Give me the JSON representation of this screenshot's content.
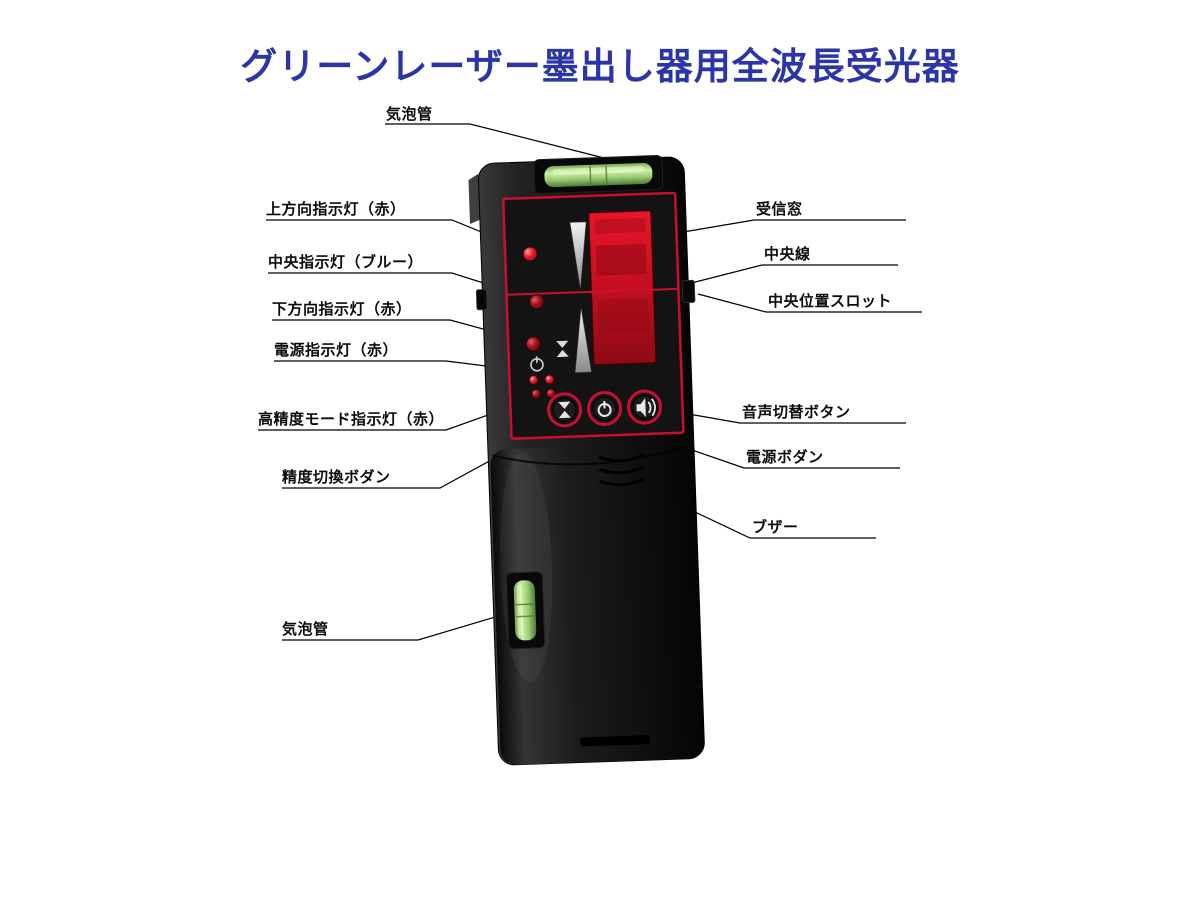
{
  "title": "グリーンレーザー墨出し器用全波長受光器",
  "labels": {
    "bubble_vial_top": "気泡管",
    "up_indicator": "上方向指示灯（赤）",
    "center_indicator": "中央指示灯（ブルー）",
    "down_indicator": "下方向指示灯（赤）",
    "power_indicator": "電源指示灯（赤）",
    "high_precision_indicator": "高精度モード指示灯（赤）",
    "precision_button": "精度切換ボダン",
    "bubble_vial_bottom": "気泡管",
    "receiver_window": "受信窓",
    "center_line": "中央線",
    "center_slot": "中央位置スロット",
    "sound_button": "音声切替ボタン",
    "power_button": "電源ボダン",
    "buzzer": "ブザー"
  },
  "colors": {
    "title_blue": "#2b35a8",
    "label_text": "#0a0a0a",
    "leader_line": "#000000",
    "device_body": "#1b1b1b",
    "panel_border_red": "#c8102e",
    "lcd_red": "#c40e1f",
    "vial_green": "#9acc72",
    "button_ring_red": "#c8102e",
    "background": "#ffffff"
  }
}
